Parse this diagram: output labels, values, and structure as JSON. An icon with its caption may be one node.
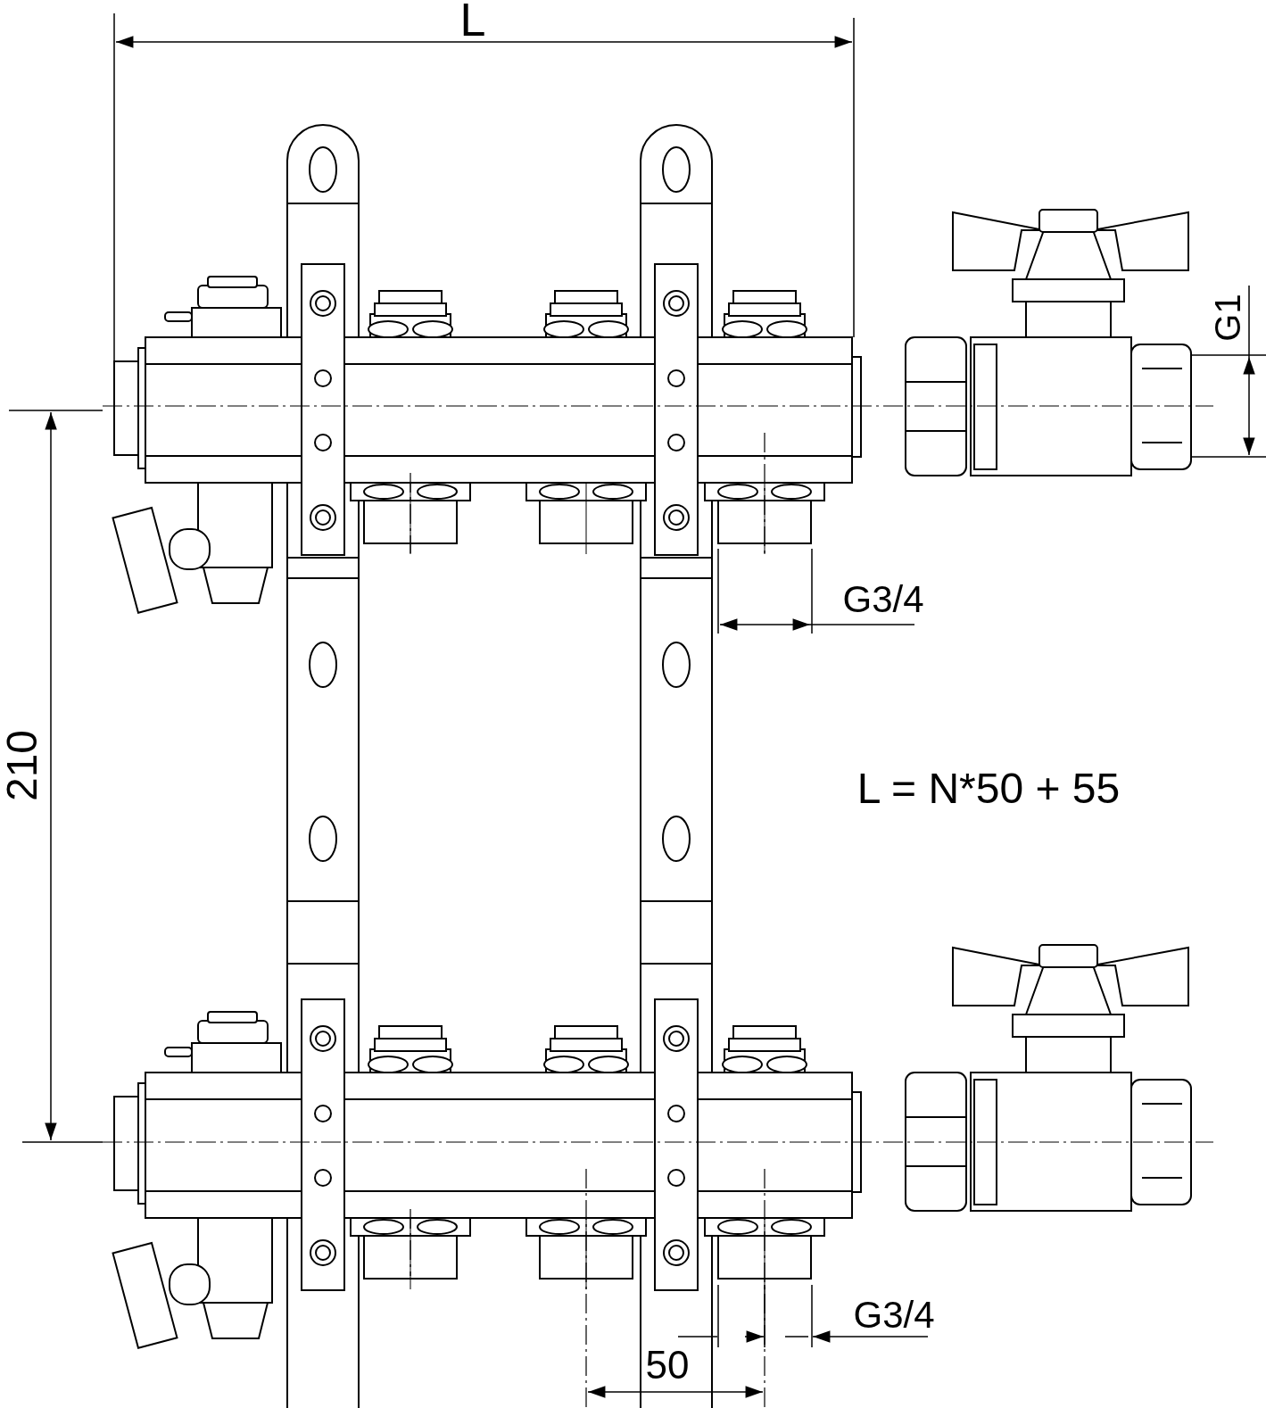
{
  "diagram": {
    "labels": [
      "L",
      "G1",
      "G3/4",
      "210",
      "L = N*50 + 55",
      "G3/4",
      "50"
    ]
  }
}
